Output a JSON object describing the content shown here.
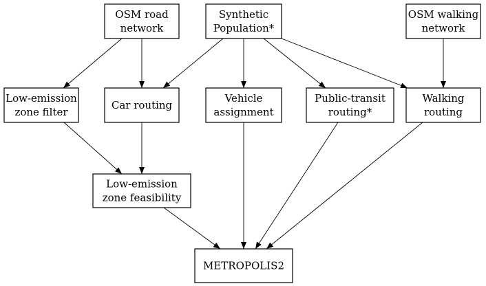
{
  "nodes": {
    "osm_road": {
      "lines": [
        "OSM road",
        "network"
      ]
    },
    "synthetic_population": {
      "lines": [
        "Synthetic",
        "Population*"
      ]
    },
    "osm_walking": {
      "lines": [
        "OSM walking",
        "network"
      ]
    },
    "lez_filter": {
      "lines": [
        "Low-emission",
        "zone filter"
      ],
      "border": "#22dd22"
    },
    "car_routing": {
      "lines": [
        "Car routing"
      ]
    },
    "vehicle_assignment": {
      "lines": [
        "Vehicle",
        "assignment"
      ]
    },
    "public_transit": {
      "lines": [
        "Public-transit",
        "routing*"
      ]
    },
    "walking_routing": {
      "lines": [
        "Walking",
        "routing"
      ]
    },
    "lez_feasibility": {
      "lines": [
        "Low-emission",
        "zone feasibility"
      ],
      "border": "#22dd22"
    },
    "metropolis": {
      "lines": [
        "METROPOLIS2"
      ]
    }
  },
  "edges": [
    [
      "osm_road",
      "lez_filter"
    ],
    [
      "osm_road",
      "car_routing"
    ],
    [
      "synthetic_population",
      "car_routing"
    ],
    [
      "synthetic_population",
      "vehicle_assignment"
    ],
    [
      "synthetic_population",
      "public_transit"
    ],
    [
      "synthetic_population",
      "walking_routing"
    ],
    [
      "osm_walking",
      "walking_routing"
    ],
    [
      "lez_filter",
      "lez_feasibility"
    ],
    [
      "car_routing",
      "lez_feasibility"
    ],
    [
      "lez_feasibility",
      "metropolis"
    ],
    [
      "vehicle_assignment",
      "metropolis"
    ],
    [
      "public_transit",
      "metropolis"
    ],
    [
      "walking_routing",
      "metropolis"
    ]
  ]
}
